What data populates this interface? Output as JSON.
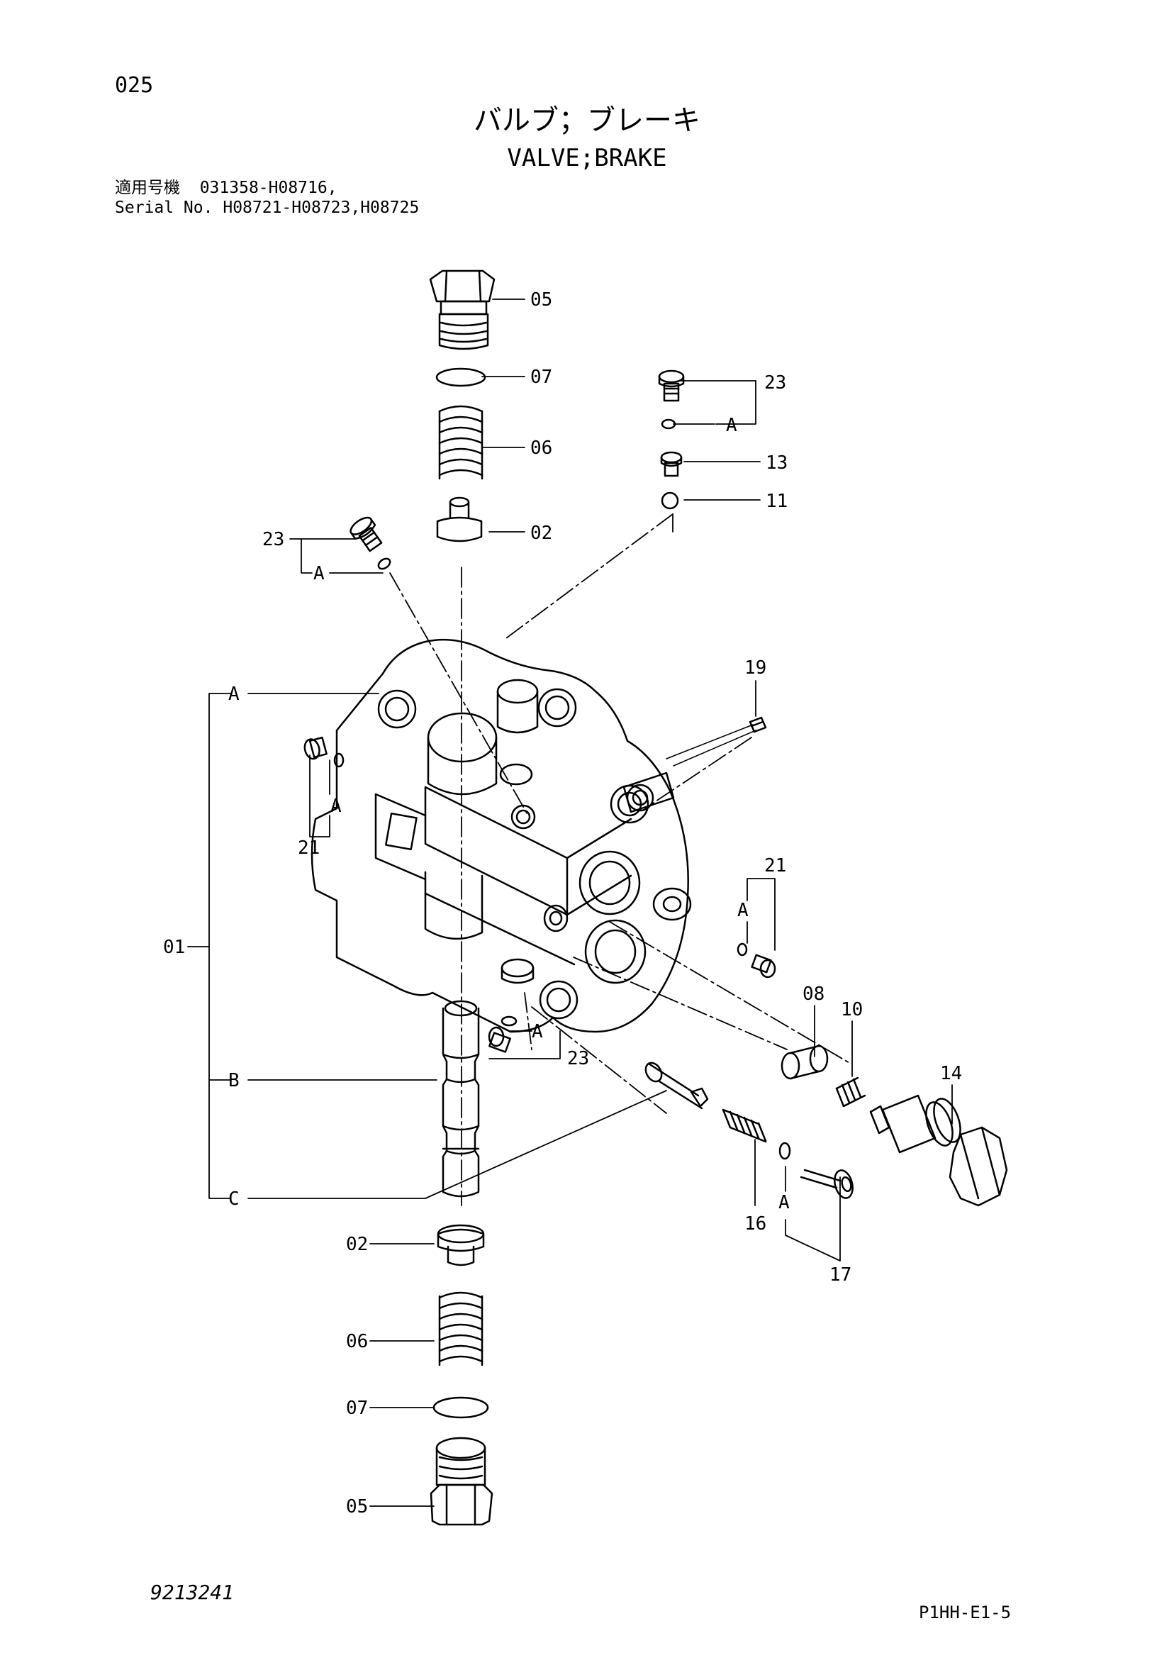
{
  "page_number": "025",
  "title_jp": "バルブ；ブレーキ",
  "title_en": "VALVE;BRAKE",
  "applicable_jp_label": "適用号機",
  "applicable_range": "031358-H08716,",
  "serial_label": "Serial No.",
  "serial_range": "H08721-H08723,H08725",
  "drawing_number": "9213241",
  "page_code": "P1HH-E1-5",
  "group_labels": {
    "A": "A",
    "B": "B",
    "C": "C"
  },
  "part_numbers": {
    "01": "01",
    "02": "02",
    "05": "05",
    "06": "06",
    "07": "07",
    "08": "08",
    "10": "10",
    "11": "11",
    "13": "13",
    "14": "14",
    "16": "16",
    "17": "17",
    "19": "19",
    "21": "21",
    "23": "23"
  }
}
